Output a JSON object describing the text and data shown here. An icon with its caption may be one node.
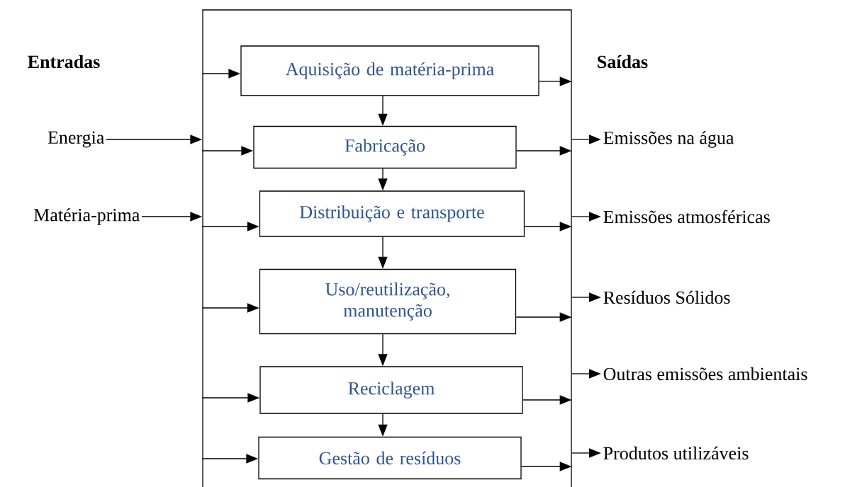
{
  "diagram": {
    "nodes": [
      {
        "text": [],
        "shape": "box"
      },
      {
        "text": [
          "Aquisição de matéria-prima"
        ],
        "in": 0
      },
      {
        "text": [
          "Fabricação"
        ],
        "in": 0
      },
      {
        "text": [
          "Distribuição e transporte"
        ],
        "in": 0
      },
      {
        "text": [
          "Uso/reutilização, manutenção"
        ],
        "in": 0
      },
      {
        "text": [
          "Reciclagem"
        ],
        "in": 0
      },
      {
        "text": [
          "Gestão de resíduos"
        ],
        "in": 0
      },
      {
        "text": [
          "Energia"
        ]
      },
      {
        "text": [
          "Matéria-prima"
        ]
      },
      {
        "text": [
          "Emissões na água"
        ]
      },
      {
        "text": [
          "Emissões atmosféricas"
        ]
      },
      {
        "text": [
          "Resíduos Sólidos"
        ]
      },
      {
        "text": [
          "Outras emissões ambientais"
        ]
      },
      {
        "text": [
          "Produtos utilizáveis"
        ]
      }
    ],
    "edges": [
      {
        "from": 1,
        "to": 2,
        "arrow": "to"
      },
      {
        "from": 2,
        "to": 3,
        "arrow": "to"
      },
      {
        "from": 3,
        "to": 4,
        "arrow": "to"
      },
      {
        "from": 4,
        "to": 5,
        "arrow": "to"
      },
      {
        "from": 5,
        "to": 6,
        "arrow": "to"
      },
      {
        "from": 7,
        "to": 0,
        "arrow": "to"
      },
      {
        "from": 8,
        "to": 0,
        "arrow": "to"
      },
      {
        "from": 0,
        "to": 1,
        "arrow": "to"
      },
      {
        "from": 0,
        "to": 2,
        "arrow": "to"
      },
      {
        "from": 0,
        "to": 3,
        "arrow": "to"
      },
      {
        "from": 0,
        "to": 4,
        "arrow": "to"
      },
      {
        "from": 0,
        "to": 5,
        "arrow": "to"
      },
      {
        "from": 0,
        "to": 6,
        "arrow": "to"
      },
      {
        "from": 1,
        "to": 0,
        "arrow": "to"
      },
      {
        "from": 2,
        "to": 0,
        "arrow": "to"
      },
      {
        "from": 3,
        "to": 0,
        "arrow": "to"
      },
      {
        "from": 4,
        "to": 0,
        "arrow": "to"
      },
      {
        "from": 5,
        "to": 0,
        "arrow": "to"
      },
      {
        "from": 6,
        "to": 0,
        "arrow": "to"
      },
      {
        "from": 0,
        "to": 9,
        "arrow": "to"
      },
      {
        "from": 0,
        "to": 10,
        "arrow": "to"
      },
      {
        "from": 0,
        "to": 11,
        "arrow": "to"
      },
      {
        "from": 0,
        "to": 12,
        "arrow": "to"
      },
      {
        "from": 0,
        "to": 13,
        "arrow": "to"
      }
    ],
    "labels": [
      "Entradas",
      "Saídas"
    ]
  }
}
